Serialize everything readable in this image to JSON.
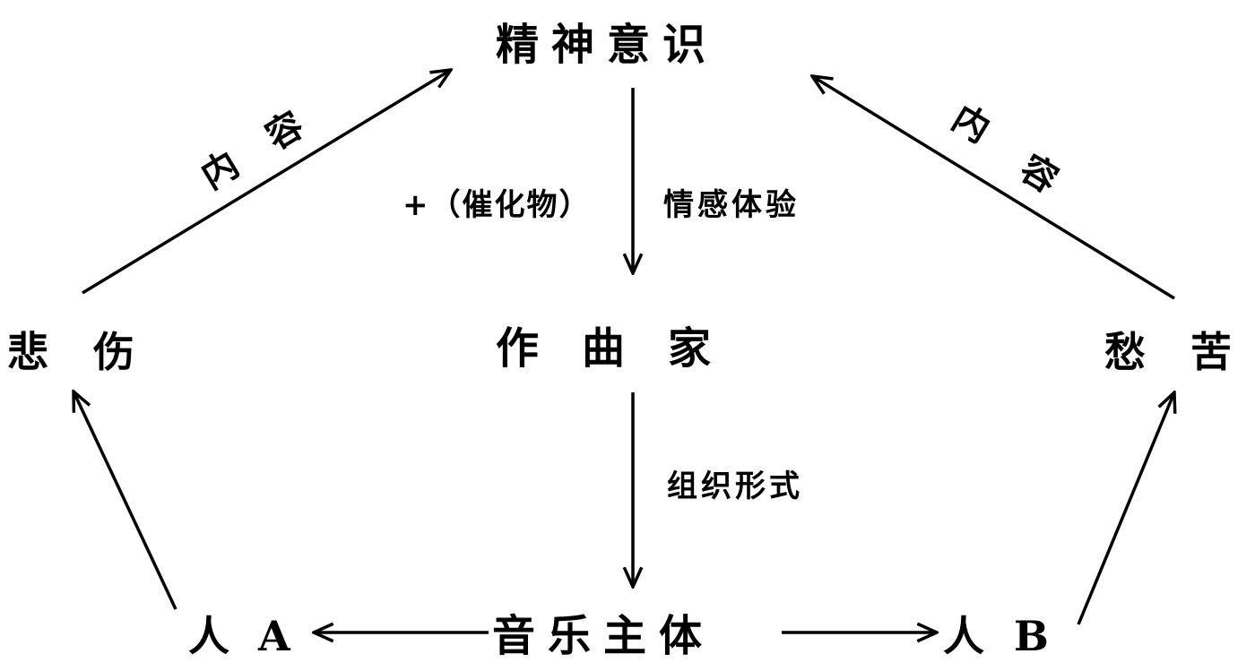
{
  "nodes": {
    "top": "精神意识",
    "center": "作曲家",
    "left": "悲伤",
    "right": "愁苦",
    "bottom": "音乐主体",
    "person_a_char": "人",
    "person_a_letter": "A",
    "person_b_char": "人",
    "person_b_letter": "B"
  },
  "labels": {
    "catalyst": "+（催化物）",
    "emotion": "情感体验",
    "form": "组织形式",
    "content_left_1": "内",
    "content_left_2": "容",
    "content_right_1": "内",
    "content_right_2": "容"
  },
  "colors": {
    "ink": "#000000",
    "background": "#ffffff"
  }
}
